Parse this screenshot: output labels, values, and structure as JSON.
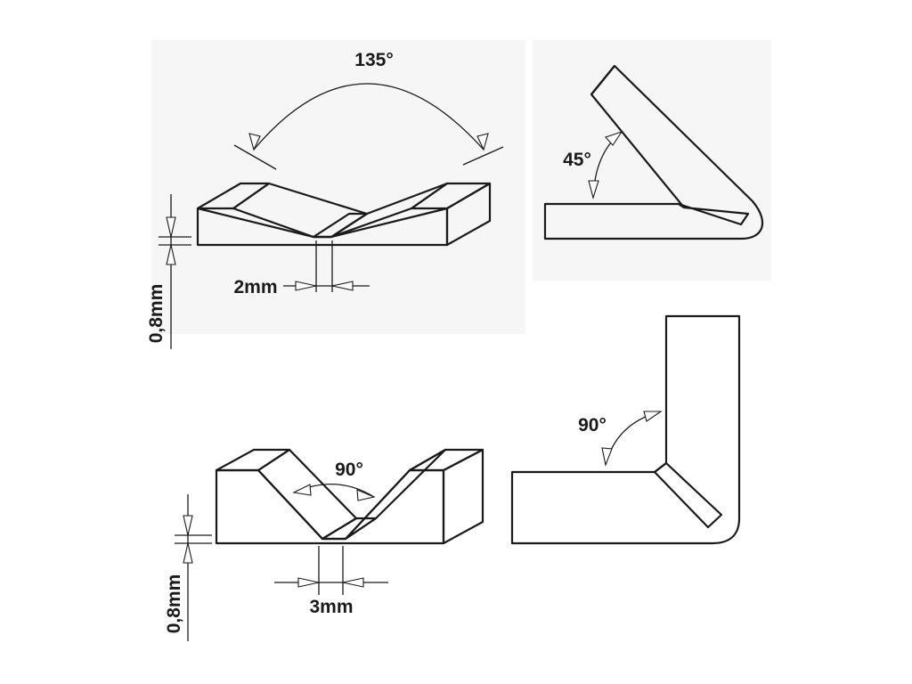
{
  "colors": {
    "core_fill": "#d6d6d6",
    "groove_orange": "#f0a050",
    "groove_orange_dark": "#e08a35",
    "outline": "#1a1a1a",
    "panel_background": "#f4f4f4"
  },
  "labels": {
    "angle_135": "135°",
    "angle_45": "45°",
    "angle_90_groove": "90°",
    "angle_90_fold": "90°",
    "width_2mm": "2mm",
    "width_3mm": "3mm",
    "thickness_top": "0,8mm",
    "thickness_bottom": "0,8mm"
  }
}
